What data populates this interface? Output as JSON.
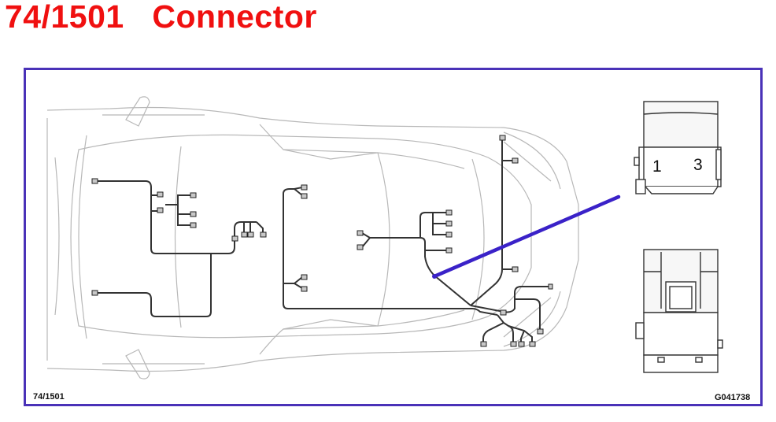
{
  "title": "74/1501   Connector",
  "diagram_ref": "74/1501",
  "graphic_id": "G041738",
  "connector": {
    "pin_left": "1",
    "pin_right": "3"
  },
  "colors": {
    "title": "#f01010",
    "frame": "#4a32b8",
    "pointer": "#3a22c8",
    "harness": "#333333",
    "body_lines": "#b8b8b8"
  }
}
